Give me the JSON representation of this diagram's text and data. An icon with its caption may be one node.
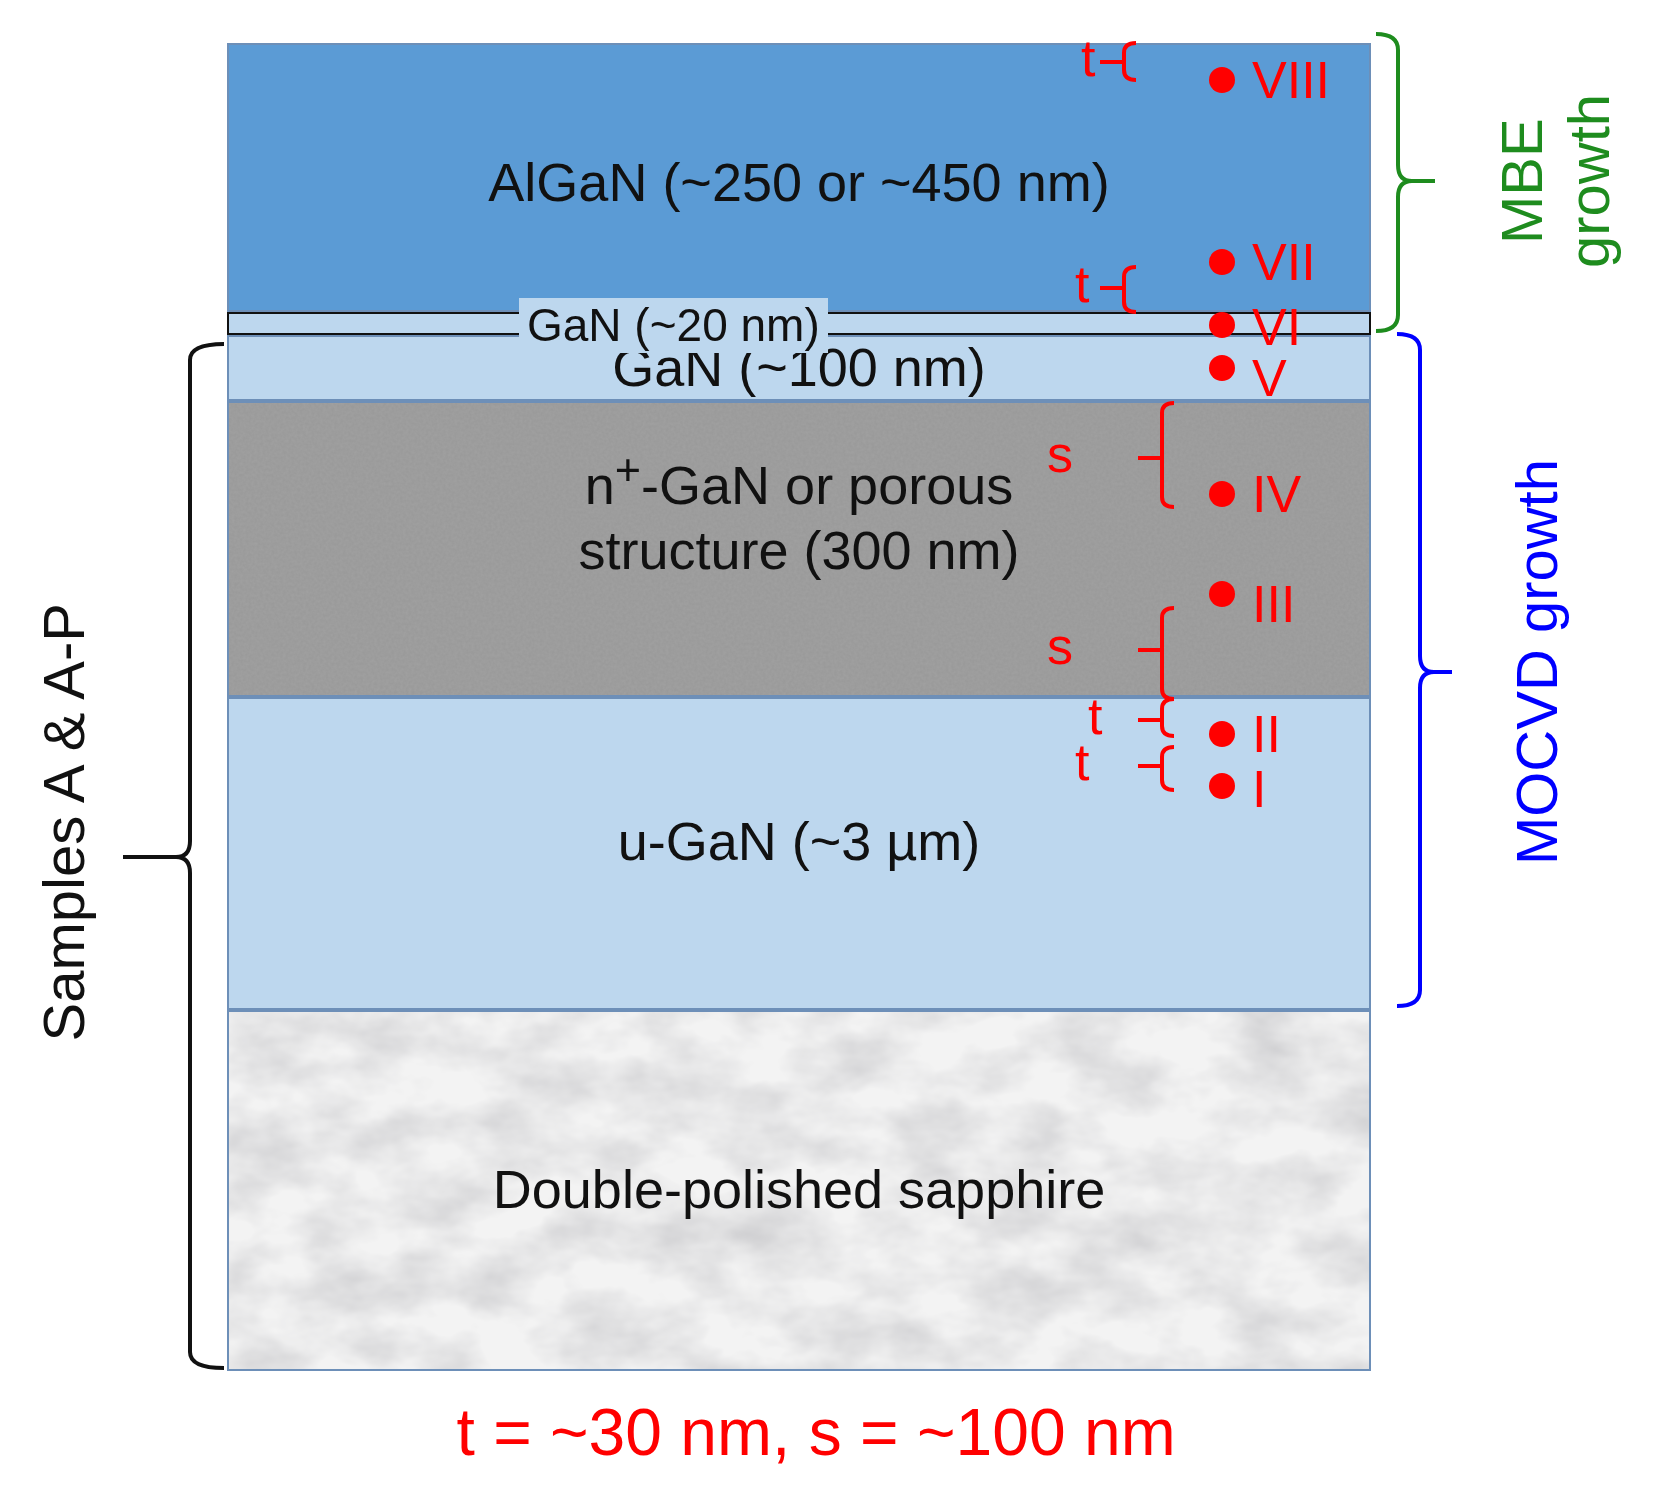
{
  "diagram": {
    "nodes": [
      {
        "text": [
          "AlGaN (~250 or ~450 nm)"
        ]
      },
      {
        "text": [
          "GaN (~20 nm)"
        ]
      },
      {
        "text": [
          "GaN (~100 nm)"
        ]
      },
      {
        "text": [
          "n$^{+}$-GaN or porous structure (300 nm)"
        ]
      },
      {
        "text": [
          "u-GaN (~3 µm)"
        ]
      },
      {
        "text": [
          "Double-polished sapphire"
        ]
      }
    ],
    "edges": [],
    "labels": [
      "t",
      "VIII",
      "MBE growth",
      "VII",
      "t",
      "VI",
      "V",
      "s",
      "IV",
      "III",
      "s",
      "t",
      "II",
      "t",
      "I",
      "MOCVD growth",
      "Samples A & A-P",
      "t = ~30 nm, s = ~100 nm"
    ]
  }
}
